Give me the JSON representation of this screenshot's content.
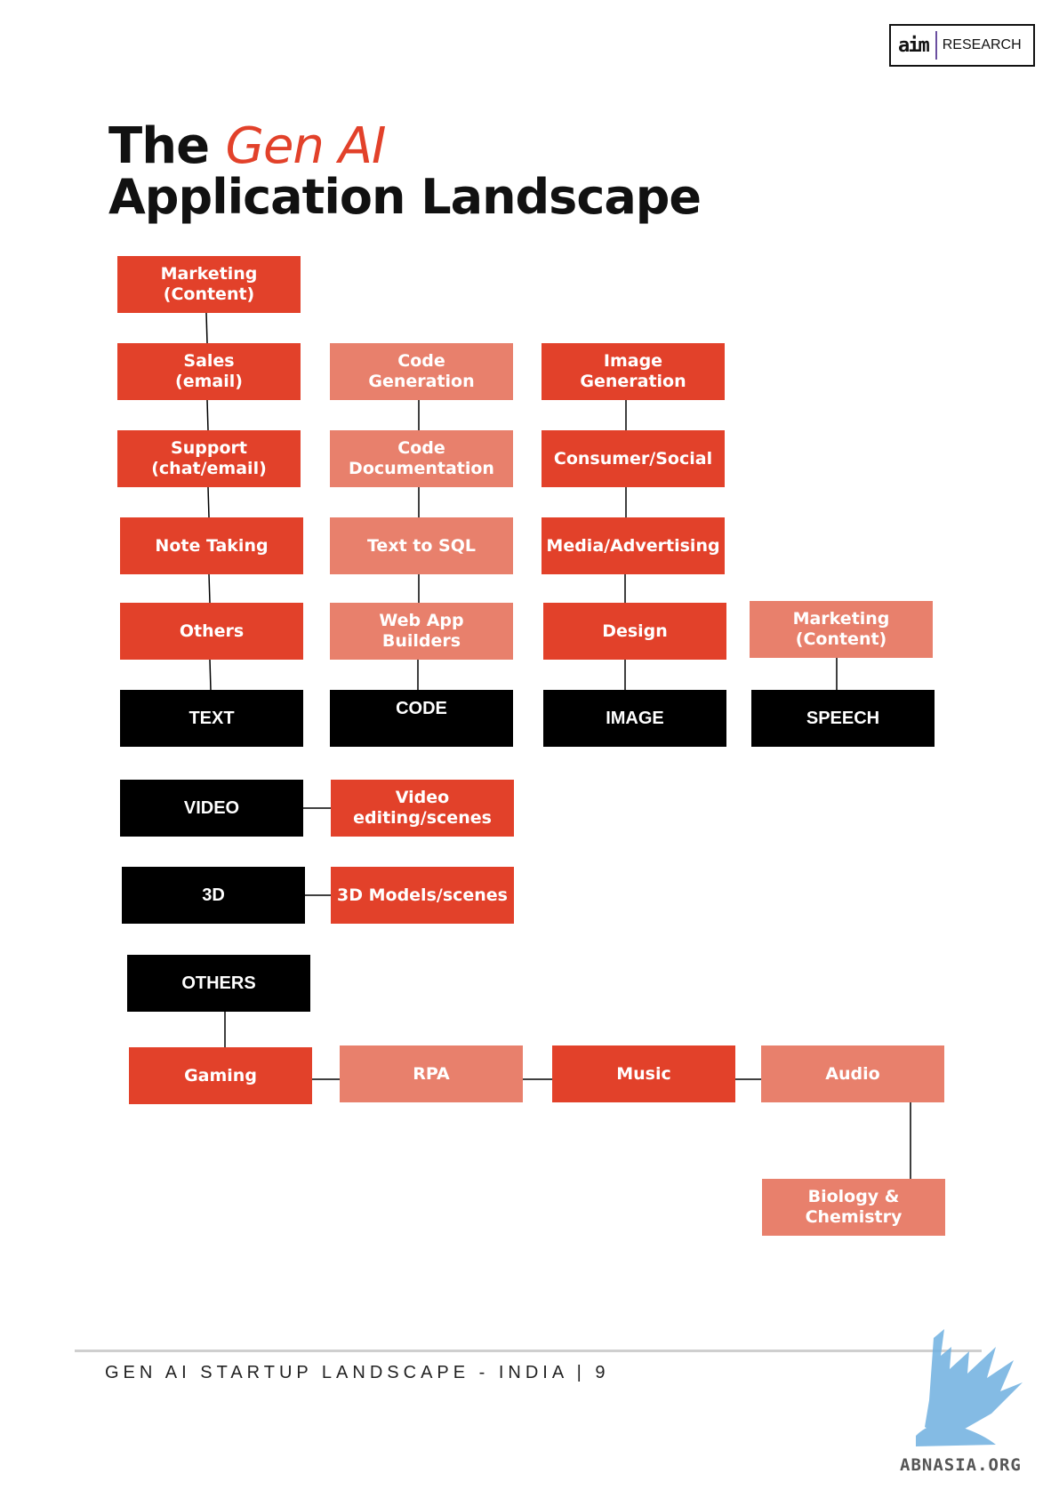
{
  "logo": {
    "mark": "aim",
    "text": "RESEARCH"
  },
  "title": {
    "prefix": "The ",
    "highlight": "Gen AI",
    "line2": "Application Landscape"
  },
  "colors": {
    "red": "#e2412a",
    "pink": "#e8806c",
    "black": "#000000",
    "line": "#000000"
  },
  "nodes": {
    "marketing1": "Marketing\n(Content)",
    "sales": "Sales\n(email)",
    "support": "Support\n(chat/email)",
    "notetaking": "Note Taking",
    "others_text": "Others",
    "text": "TEXT",
    "codegen": "Code\nGeneration",
    "codedoc": "Code\nDocumentation",
    "texttosql": "Text to SQL",
    "webapp": "Web App\nBuilders",
    "code": "CODE",
    "imagegen": "Image\nGeneration",
    "consumer": "Consumer/Social",
    "media": "Media/Advertising",
    "design": "Design",
    "image": "IMAGE",
    "marketing2": "Marketing\n(Content)",
    "speech": "SPEECH",
    "video": "VIDEO",
    "videoediting": "Video\nediting/scenes",
    "threed": "3D",
    "models3d": "3D Models/scenes",
    "others_cat": "OTHERS",
    "gaming": "Gaming",
    "rpa": "RPA",
    "music": "Music",
    "audio": "Audio",
    "biology": "Biology &\nChemistry"
  },
  "footer": {
    "text": "GEN AI STARTUP LANDSCAPE - INDIA | 9"
  },
  "watermark": {
    "text": "ABNASIA.ORG"
  }
}
